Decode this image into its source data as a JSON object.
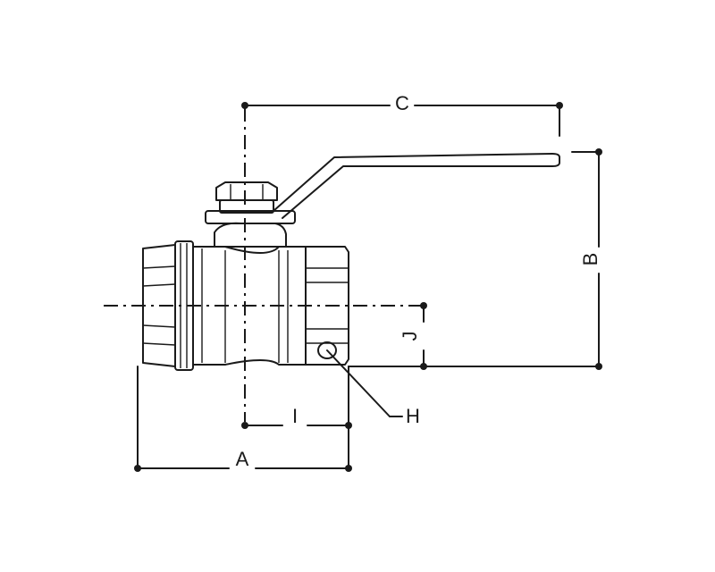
{
  "diagram": {
    "labels": {
      "a": "A",
      "b": "B",
      "c": "C",
      "h": "H",
      "i": "I",
      "j": "J"
    }
  }
}
